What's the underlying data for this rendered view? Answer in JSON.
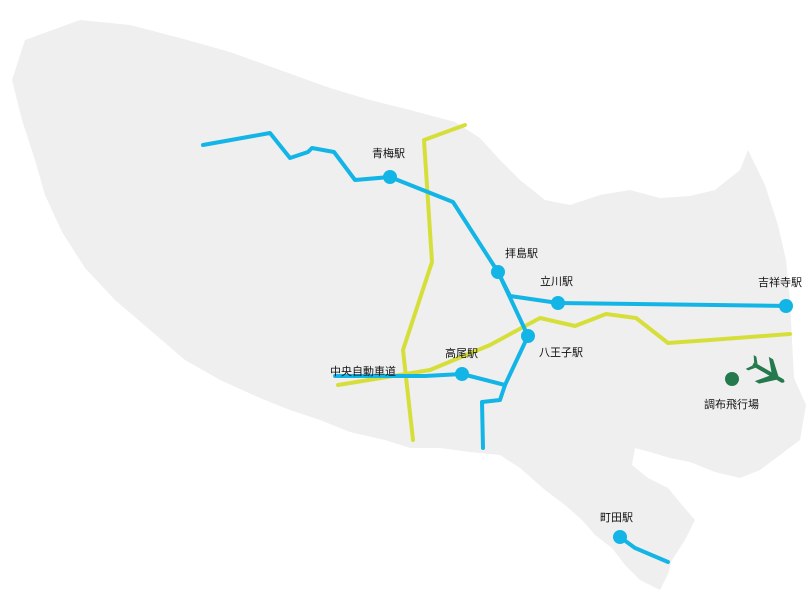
{
  "map": {
    "colors": {
      "land": "#efefef",
      "rail": "#13b5e6",
      "highway": "#d6df3a",
      "airport": "#247a4d",
      "text": "#111111"
    },
    "stations": {
      "ome": "青梅駅",
      "haijima": "拝島駅",
      "tachikawa": "立川駅",
      "kichijoji": "吉祥寺駅",
      "hachioji": "八王子駅",
      "takao": "高尾駅",
      "machida": "町田駅"
    },
    "highway": {
      "label": "中央自動車道"
    },
    "airport": {
      "label": "調布飛行場",
      "icon": "airplane-icon"
    }
  }
}
